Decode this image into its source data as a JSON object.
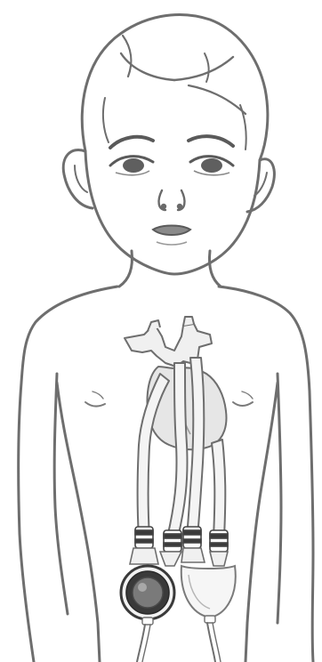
{
  "image": {
    "subject": "child-with-pediatric-biventricular-assist-device",
    "style": "pencil-line-drawing",
    "colors": {
      "background": "#ffffff",
      "line": "#6e6e6e",
      "skin": "#ffffff",
      "heart_fill": "#e6e6e6",
      "device_tube": "#f2f2f2",
      "left_pump_ring": "#3a3a3a",
      "left_pump_core": "#7a7a7a",
      "right_pump_fill": "#f4f4f4"
    },
    "elements": [
      "head",
      "hair",
      "ears",
      "eyes",
      "eyebrows",
      "nose",
      "mouth",
      "neck",
      "torso",
      "arms",
      "nipples",
      "heart",
      "great-vessels",
      "cannulas",
      "connectors",
      "left-pump",
      "right-pump",
      "drive-lines"
    ]
  }
}
